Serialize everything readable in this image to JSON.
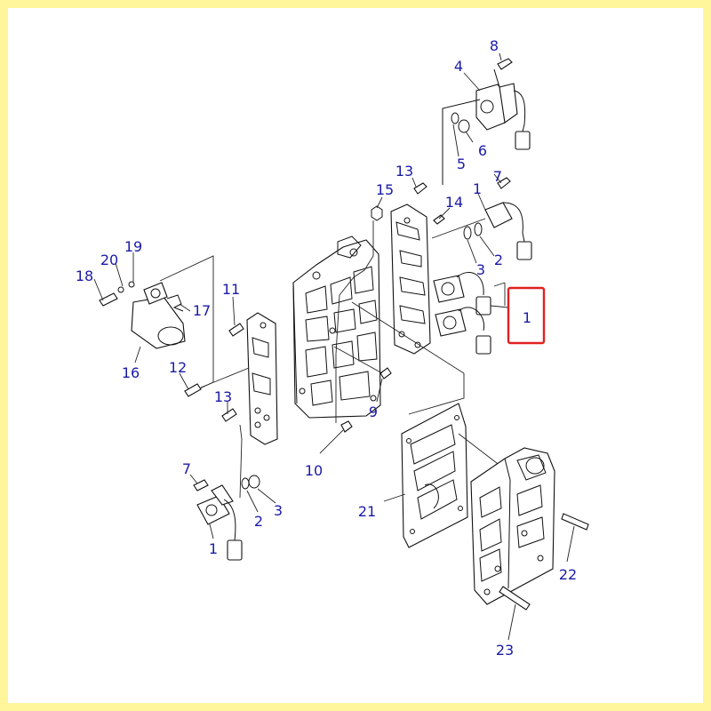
{
  "diagram": {
    "colors": {
      "border": "#FFF59A",
      "callout_text": "#1A1AA8",
      "line_art": "#111111",
      "highlight": "#E02020"
    },
    "callouts": {
      "c8": "8",
      "c4": "4",
      "c6": "6",
      "c5": "5",
      "c13a": "13",
      "c15": "15",
      "c14": "14",
      "c7a": "7",
      "c1a": "1",
      "c2a": "2",
      "c3a": "3",
      "c1b": "1",
      "c19": "19",
      "c20": "20",
      "c18": "18",
      "c17": "17",
      "c16": "16",
      "c11": "11",
      "c12": "12",
      "c13b": "13",
      "c9": "9",
      "c10": "10",
      "c7b": "7",
      "c2b": "2",
      "c3b": "3",
      "c1c": "1",
      "c21": "21",
      "c22": "22",
      "c23": "23"
    },
    "highlighted_callout": "1"
  }
}
